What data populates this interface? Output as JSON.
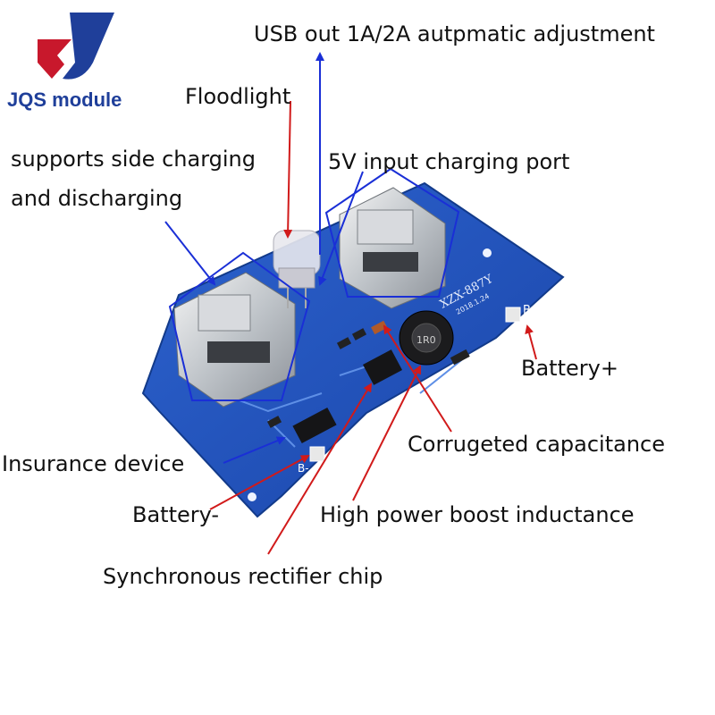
{
  "brand": {
    "name": "JQS module",
    "logo_letters": "JQS",
    "colors": {
      "red": "#c8182c",
      "blue": "#1f3f9a"
    }
  },
  "board": {
    "silkscreen_model": "XZX-887Y",
    "silkscreen_date": "2018.1.24",
    "pad_plus_label": "B+",
    "pad_minus_label": "B-",
    "inductor_marking": "1R0",
    "pcb_color": "#1e4fb8"
  },
  "labels": {
    "usb_out": "USB out 1A/2A autpmatic adjustment",
    "floodlight": "Floodlight",
    "side_charging_line1": "supports side charging",
    "side_charging_line2": "and discharging",
    "input_port": "5V input charging port",
    "battery_plus": "Battery+",
    "corrugated_cap": "Corrugeted capacitance",
    "insurance": "Insurance device",
    "battery_minus": "Battery-",
    "inductance": "High power boost inductance",
    "rectifier": "Synchronous rectifier chip"
  },
  "arrow_colors": {
    "blue": "#1a2fd6",
    "red": "#d11a1a"
  }
}
